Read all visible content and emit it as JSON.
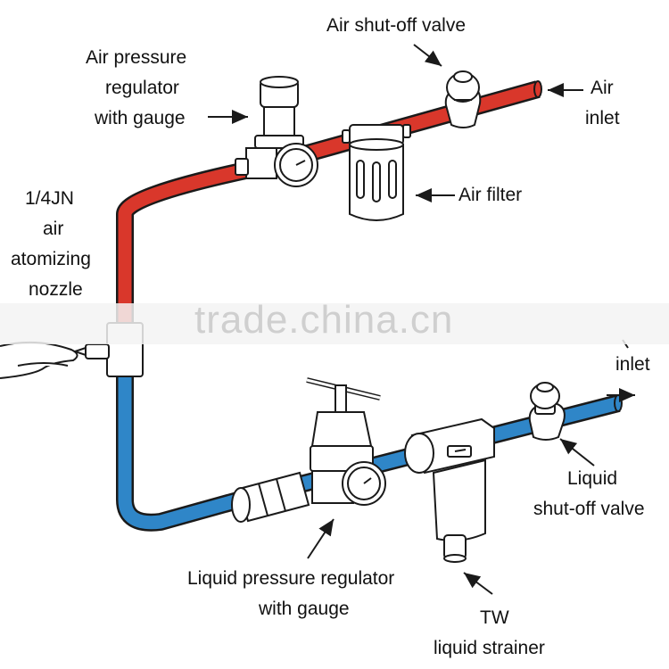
{
  "diagram": {
    "colors": {
      "air_pipe": "#d9372b",
      "liquid_pipe": "#2f86c8",
      "outline": "#1a1a1a",
      "component_fill": "#ffffff"
    },
    "labels": {
      "air_shutoff_valve": "Air shut-off valve",
      "air_inlet_1": "Air",
      "air_inlet_2": "inlet",
      "air_regulator_1": "Air pressure",
      "air_regulator_2": "regulator",
      "air_regulator_3": "with gauge",
      "air_filter": "Air filter",
      "nozzle_1": "1/4JN",
      "nozzle_2": "air",
      "nozzle_3": "atomizing",
      "nozzle_4": "nozzle",
      "liquid_inlet": "inlet",
      "liquid_shutoff_1": "Liquid",
      "liquid_shutoff_2": "shut-off valve",
      "liquid_regulator_1": "Liquid pressure regulator",
      "liquid_regulator_2": "with gauge",
      "strainer_1": "TW",
      "strainer_2": "liquid strainer"
    },
    "watermark": "trade.china.cn"
  }
}
